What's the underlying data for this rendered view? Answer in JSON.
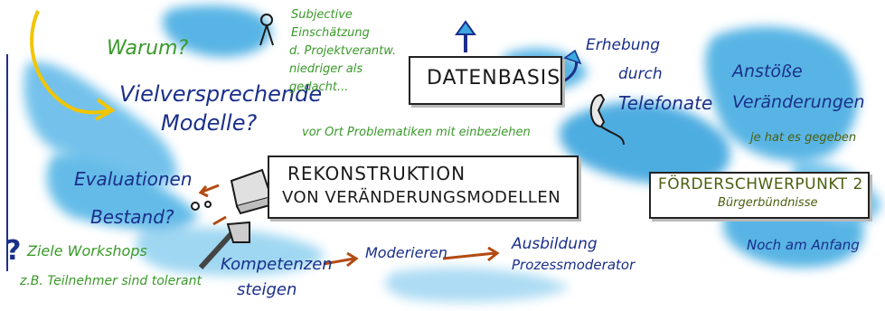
{
  "labels": {
    "warum": "Warum?",
    "vielversprechende": "Vielversprechende",
    "modelle": "Modelle?",
    "subjective_1": "Subjective",
    "subjective_2": "Einschätzung",
    "subjective_3": "d. Projektverantw.",
    "subjective_4": "niedriger als",
    "subjective_5": "gedacht...",
    "subjective_6": "vor Ort Problematiken mit einbeziehen",
    "datenbasis": "DATENBASIS",
    "erhebung": "Erhebung",
    "durch": "durch",
    "telefonate": "Telefonate",
    "anstosse": "Anstöße",
    "veranderungen": "Veränderungen",
    "je_hat": "je hat es gegeben",
    "evaluationen": "Evaluationen",
    "bestand": "Bestand?",
    "rekon_1": "REKONSTRUKTION",
    "rekon_2": "VON VERÄNDERUNGSMODELLEN",
    "forderschwerpunkt": "FÖRDERSCHWERPUNKT 2",
    "burgerbundnisse": "Bürgerbündnisse",
    "ziele": "Ziele Workshops",
    "zb": "z.B. Teilnehmer sind tolerant",
    "kompetenzen": "Kompetenzen",
    "steigen": "steigen",
    "moderieren": "Moderieren",
    "ausbildung": "Ausbildung",
    "prozessmoderator": "Prozessmoderator",
    "noch": "Noch am Anfang"
  },
  "icons": [
    "person-icon",
    "telephone-icon",
    "stamp-icon",
    "book-icon",
    "question-mark-icon"
  ],
  "colors": {
    "ink_blue": "#1a2f8a",
    "ink_green": "#3a9a2a",
    "ink_olive": "#4b5f10",
    "highlight_blue": "#3aa7e0",
    "highlight_yellow": "#f2c500",
    "arrow_brown": "#b34a12"
  }
}
